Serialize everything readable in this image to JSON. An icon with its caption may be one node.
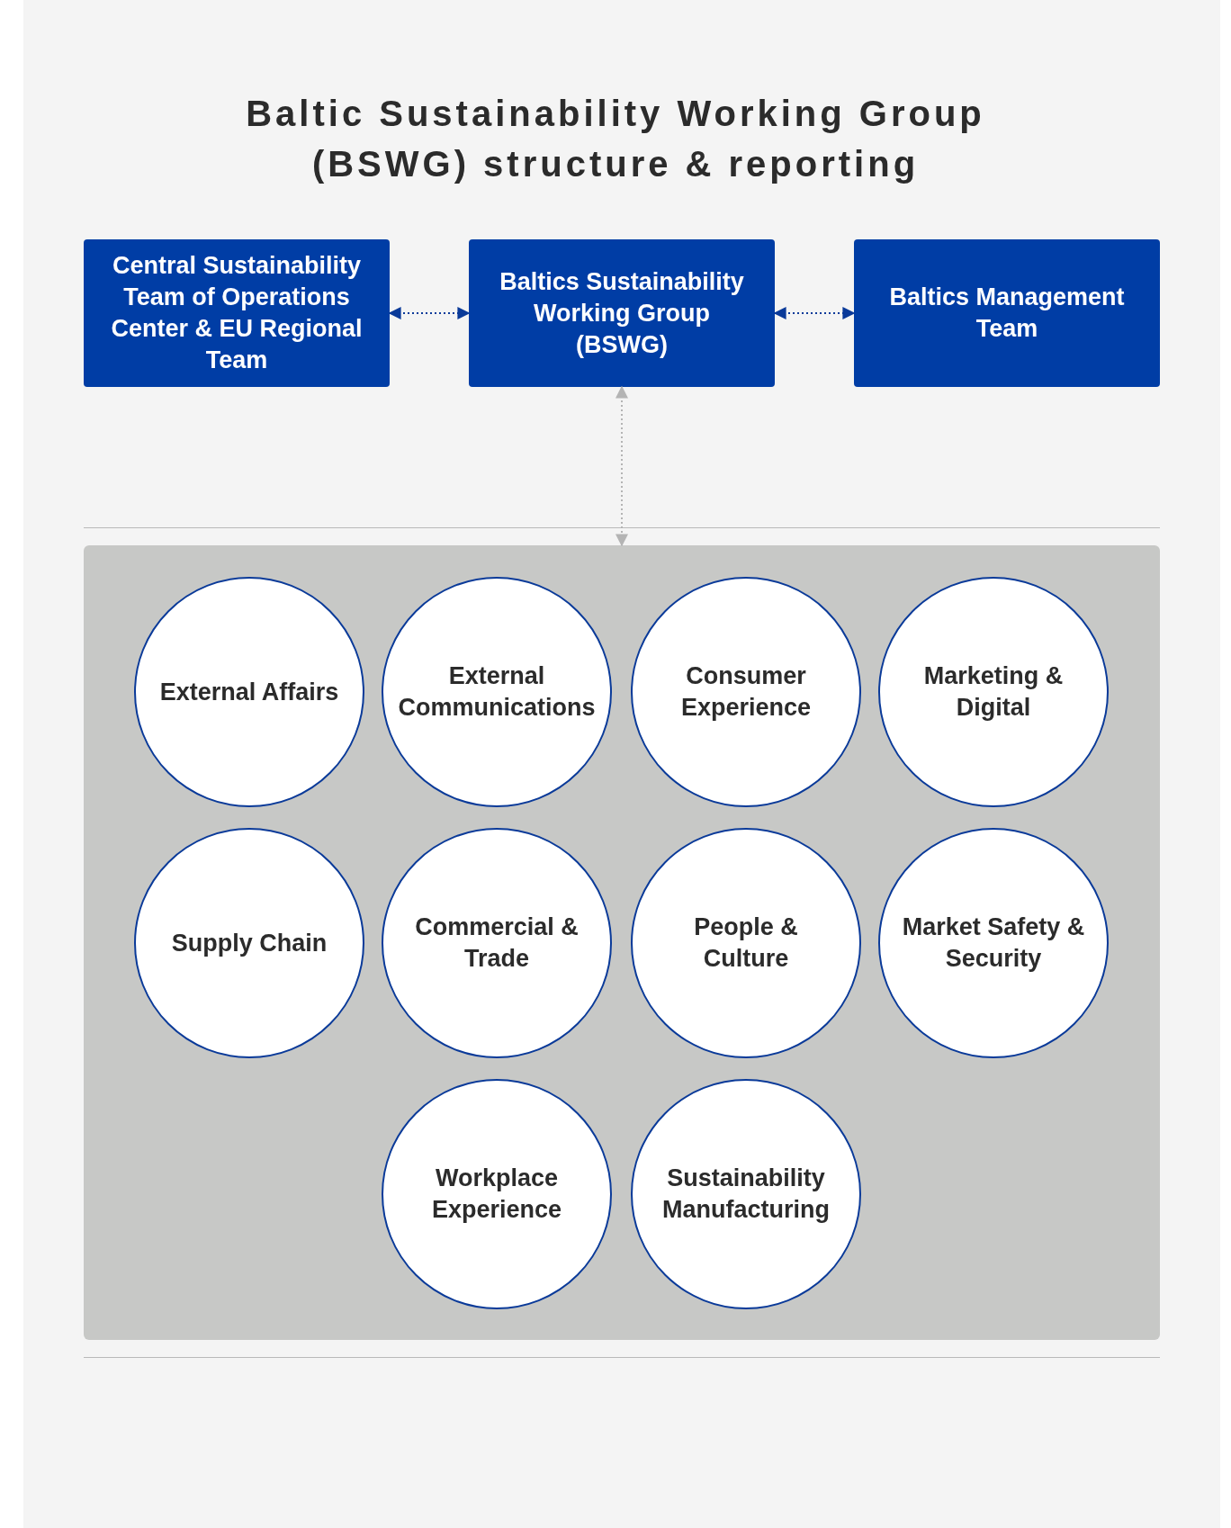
{
  "diagram": {
    "title": "Baltic Sustainability Working Group (BSWG) structure & reporting",
    "nodes": [
      {
        "text": [
          "Central Sustainability Team of Operations Center & EU Regional Team"
        ]
      },
      {
        "text": [
          "Baltics Sustainability Working Group (BSWG)"
        ]
      },
      {
        "text": [
          "Baltics Management Team"
        ]
      },
      {
        "text": [],
        "shape": "box"
      },
      {
        "text": [
          "External Affairs"
        ],
        "in": 3
      },
      {
        "text": [
          "External Communications"
        ],
        "in": 3
      },
      {
        "text": [
          "Consumer Experience"
        ],
        "in": 3
      },
      {
        "text": [
          "Marketing & Digital"
        ],
        "in": 3
      },
      {
        "text": [
          "Supply Chain"
        ],
        "in": 3
      },
      {
        "text": [
          "Commercial & Trade"
        ],
        "in": 3
      },
      {
        "text": [
          "People & Culture"
        ],
        "in": 3
      },
      {
        "text": [
          "Market Safety & Security"
        ],
        "in": 3
      },
      {
        "text": [
          "Workplace Experience"
        ],
        "in": 3
      },
      {
        "text": [
          "Sustainability Manufacturing"
        ],
        "in": 3
      }
    ],
    "edges": [
      {
        "from": 0,
        "to": 1,
        "arrow": "both",
        "style": "dashed"
      },
      {
        "from": 1,
        "to": 2,
        "arrow": "both",
        "style": "dashed"
      },
      {
        "from": 1,
        "to": 3,
        "arrow": "both",
        "style": "dashed",
        "color": "#b4b4b4"
      }
    ]
  }
}
